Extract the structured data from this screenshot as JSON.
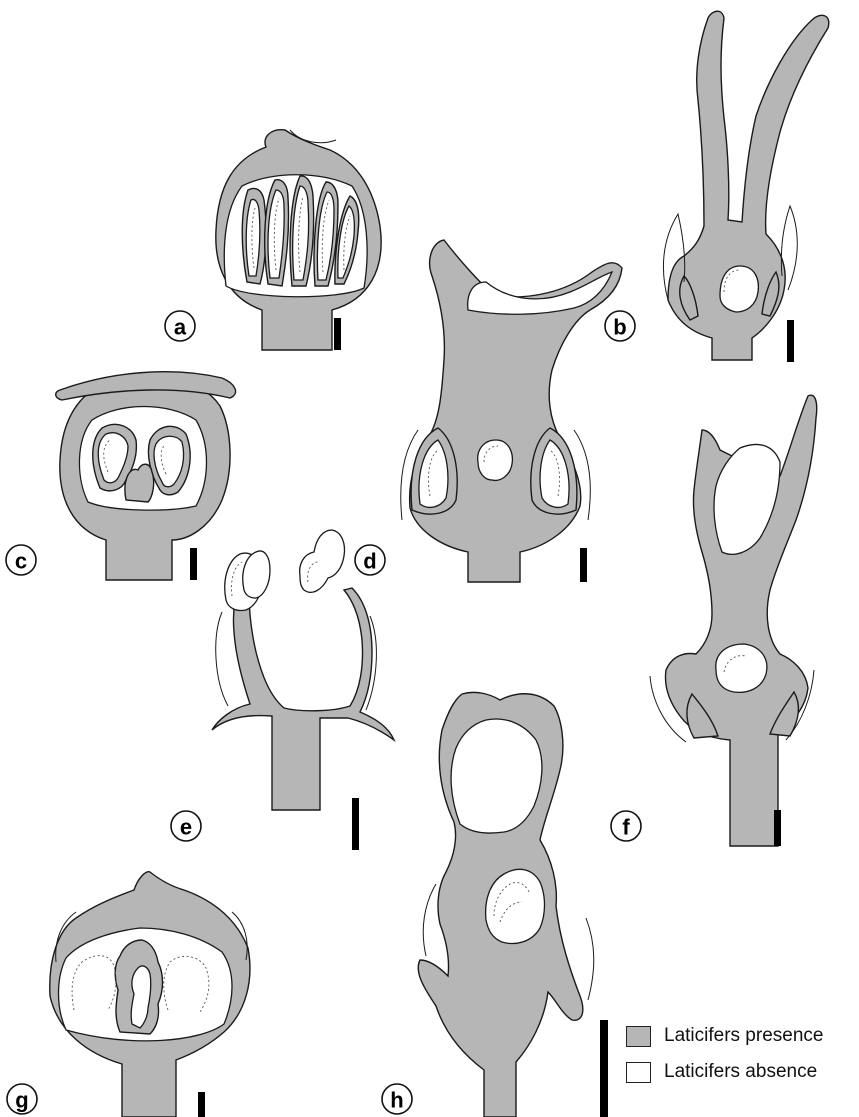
{
  "panels": [
    {
      "id": "a",
      "label": "a"
    },
    {
      "id": "b",
      "label": "b"
    },
    {
      "id": "c",
      "label": "c"
    },
    {
      "id": "d",
      "label": "d"
    },
    {
      "id": "e",
      "label": "e"
    },
    {
      "id": "f",
      "label": "f"
    },
    {
      "id": "g",
      "label": "g"
    },
    {
      "id": "h",
      "label": "h"
    }
  ],
  "legend": {
    "presence": {
      "label": "Laticifers presence",
      "color": "#b6b6b6"
    },
    "absence": {
      "label": "Laticifers absence",
      "color": "#ffffff"
    }
  }
}
